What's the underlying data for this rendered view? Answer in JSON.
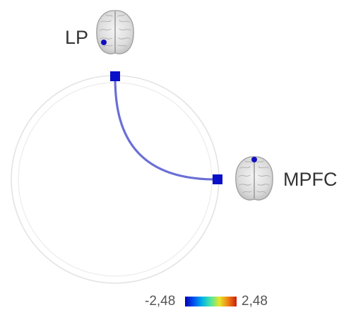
{
  "nodes": [
    {
      "id": "lp",
      "label": "LP",
      "color": "#0a10c8"
    },
    {
      "id": "mpfc",
      "label": "MPFC",
      "color": "#0a10c8"
    }
  ],
  "connection": {
    "from": "LP",
    "to": "MPFC",
    "color": "#6a6fd6"
  },
  "ring": {
    "outer_color": "#e3e3e3",
    "inner_color": "#eeeeee"
  },
  "color_scale": {
    "min_label": "-2,48",
    "max_label": "2,48",
    "colors": [
      "#0000b4",
      "#0050f0",
      "#00b4e6",
      "#50e6a0",
      "#e6e628",
      "#f08214",
      "#c81e0a"
    ]
  },
  "icons": {
    "brain": "brain-axial-icon"
  }
}
